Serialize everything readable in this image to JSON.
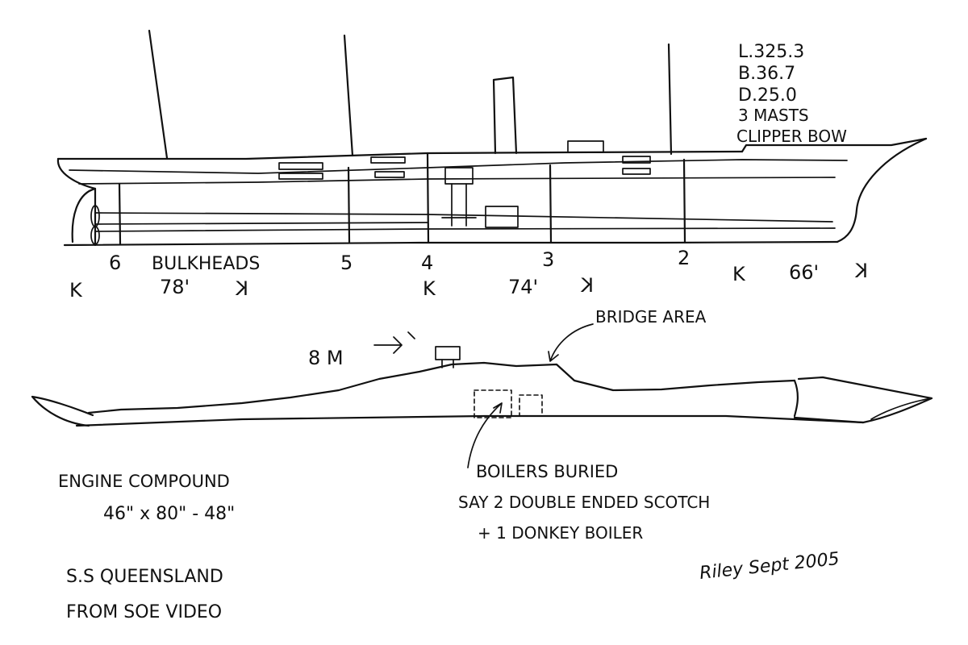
{
  "specs": [
    "L.325.3",
    "B.36.7",
    "D.25.0",
    "3 MASTS",
    "CLIPPER BOW"
  ],
  "bulkhead_numbers": [
    "6",
    "5",
    "4",
    "3",
    "2"
  ],
  "bulkheads_label": "BULKHEADS",
  "section_lengths": [
    "78'",
    "74'",
    "66'"
  ],
  "span_marker": "K",
  "depth_label": "8 M",
  "bridge_label": "BRIDGE AREA",
  "boilers_lines": [
    "BOILERS BURIED",
    "SAY 2 DOUBLE ENDED SCOTCH",
    "+ 1 DONKEY BOILER"
  ],
  "engine_lines": [
    "ENGINE COMPOUND",
    "46\" x 80\" - 48\""
  ],
  "title_lines": [
    "S.S QUEENSLAND",
    "FROM SOE VIDEO"
  ],
  "signature": "Riley Sept 2005"
}
